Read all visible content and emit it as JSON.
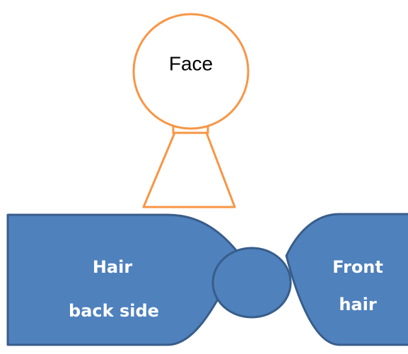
{
  "diagram": {
    "face": {
      "label": "Face"
    },
    "hair_back": {
      "label_line1": "Hair",
      "label_line2": "back side"
    },
    "front_hair": {
      "label_line1": "Front",
      "label_line2": "hair"
    }
  },
  "colors": {
    "orange_outline": "#F79646",
    "blue_fill": "#4F81BD",
    "blue_outline": "#385D8A",
    "background": "#FFFFFF"
  }
}
